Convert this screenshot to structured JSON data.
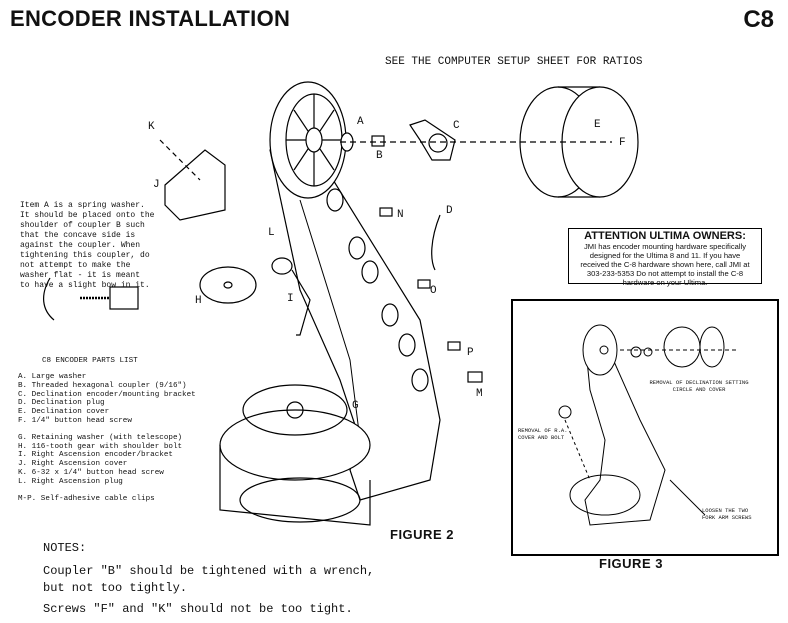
{
  "header": {
    "title": "ENCODER  INSTALLATION",
    "page_code": "C8",
    "subtitle": "SEE THE COMPUTER SETUP SHEET FOR RATIOS"
  },
  "spring_note": {
    "lines": [
      "Item A is a spring washer.",
      "It should be placed onto the",
      "shoulder of coupler B such",
      "that the concave side is",
      "against the coupler.  When",
      "tightening this coupler, do",
      "not attempt to make the",
      "washer flat - it is meant",
      "to have a slight bow in it."
    ]
  },
  "parts_list": {
    "title": "C8 ENCODER PARTS LIST",
    "items": [
      "A. Large washer",
      "B. Threaded hexagonal coupler (9/16\")",
      "C. Declination encoder/mounting bracket",
      "D. Declination plug",
      "E. Declination cover",
      "F. 1/4\" button head screw",
      "G. Retaining washer (with telescope)",
      "H. 116-tooth gear with shoulder bolt",
      "I. Right Ascension encoder/bracket",
      "J. Right Ascension cover",
      "K. 6-32 x 1/4\" button head screw",
      "L. Right Ascension plug",
      "M-P. Self-adhesive cable clips"
    ]
  },
  "callouts": [
    "A",
    "B",
    "C",
    "D",
    "E",
    "F",
    "G",
    "H",
    "I",
    "J",
    "K",
    "L",
    "M",
    "N",
    "O",
    "P"
  ],
  "attention": {
    "title": "ATTENTION ULTIMA OWNERS:",
    "lines": [
      "JMI has encoder mounting hardware specifically",
      "designed for the Ultima 8 and 11.  If you have",
      "received the C-8 hardware shown here, call JMI at",
      "303-233-5353   Do not attempt to install the C-8",
      "hardware on your Ultima."
    ]
  },
  "figure3": {
    "label": "FIGURE 3",
    "removal_dec": "REMOVAL OF DECLINATION SETTING CIRCLE  AND  COVER",
    "removal_ra": "REMOVAL OF R.A. COVER AND BOLT",
    "loosen": "LOOSEN THE TWO FORK ARM SCREWS"
  },
  "figure2": {
    "label": "FIGURE 2"
  },
  "notes": {
    "heading": "NOTES:",
    "line1": "Coupler \"B\" should be tightened with a wrench,",
    "line2": "but not too tightly.",
    "line3": "Screws \"F\" and \"K\" should not be too tight."
  }
}
